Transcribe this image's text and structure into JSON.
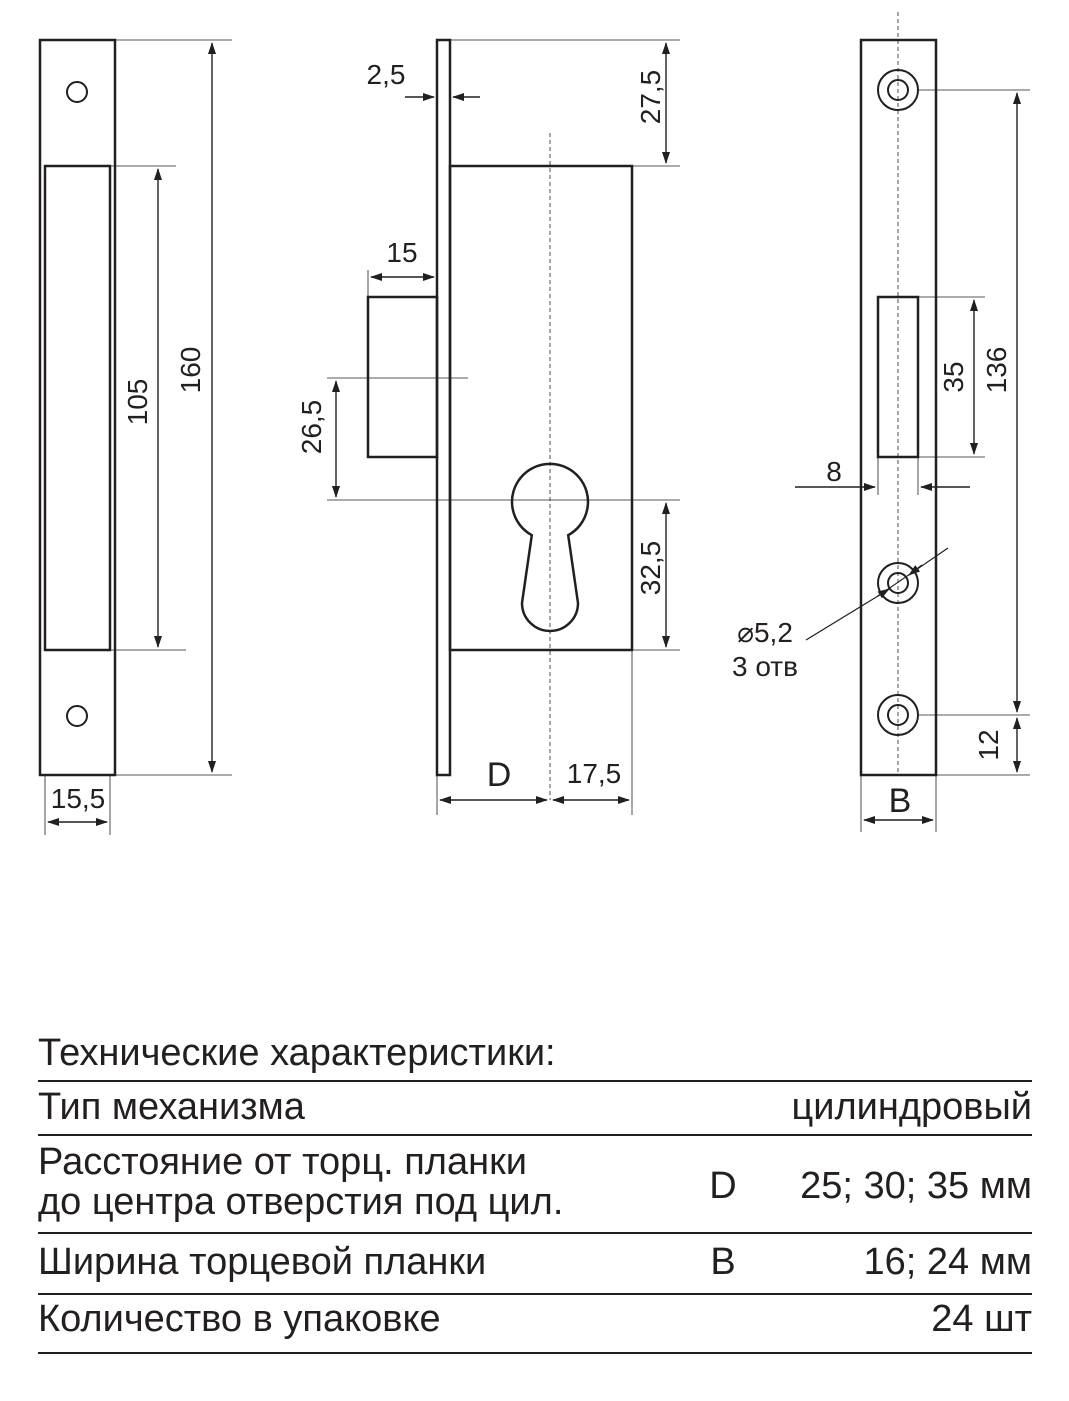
{
  "drawing": {
    "faceplate_dims": {
      "width": "15,5",
      "plate_height": "160",
      "cutout_height": "105"
    },
    "body_dims": {
      "plate_thickness": "2,5",
      "top_offset": "27,5",
      "bolt_projection": "15",
      "bolt_to_cylinder": "26,5",
      "cylinder_to_bottom": "32,5",
      "backset_symbol": "D",
      "cylinder_to_back": "17,5"
    },
    "strike_dims": {
      "hole_spacing": "136",
      "slot_height": "35",
      "slot_width": "8",
      "bottom_offset": "12",
      "hole_diameter": "⌀5,2",
      "hole_count": "3 отв",
      "width_symbol": "B"
    }
  },
  "specs": {
    "title": "Технические характеристики:",
    "rows": [
      {
        "label_lines": [
          "Тип механизма"
        ],
        "symbol": "",
        "value": "цилиндровый"
      },
      {
        "label_lines": [
          "Расстояние от торц. планки",
          "до центра отверстия под цил."
        ],
        "symbol": "D",
        "value": "25; 30; 35 мм"
      },
      {
        "label_lines": [
          "Ширина торцевой планки"
        ],
        "symbol": "B",
        "value": "16; 24 мм"
      },
      {
        "label_lines": [
          "Количество в упаковке"
        ],
        "symbol": "",
        "value": "24 шт"
      }
    ]
  },
  "colors": {
    "ink": "#231f20",
    "background": "#ffffff"
  }
}
